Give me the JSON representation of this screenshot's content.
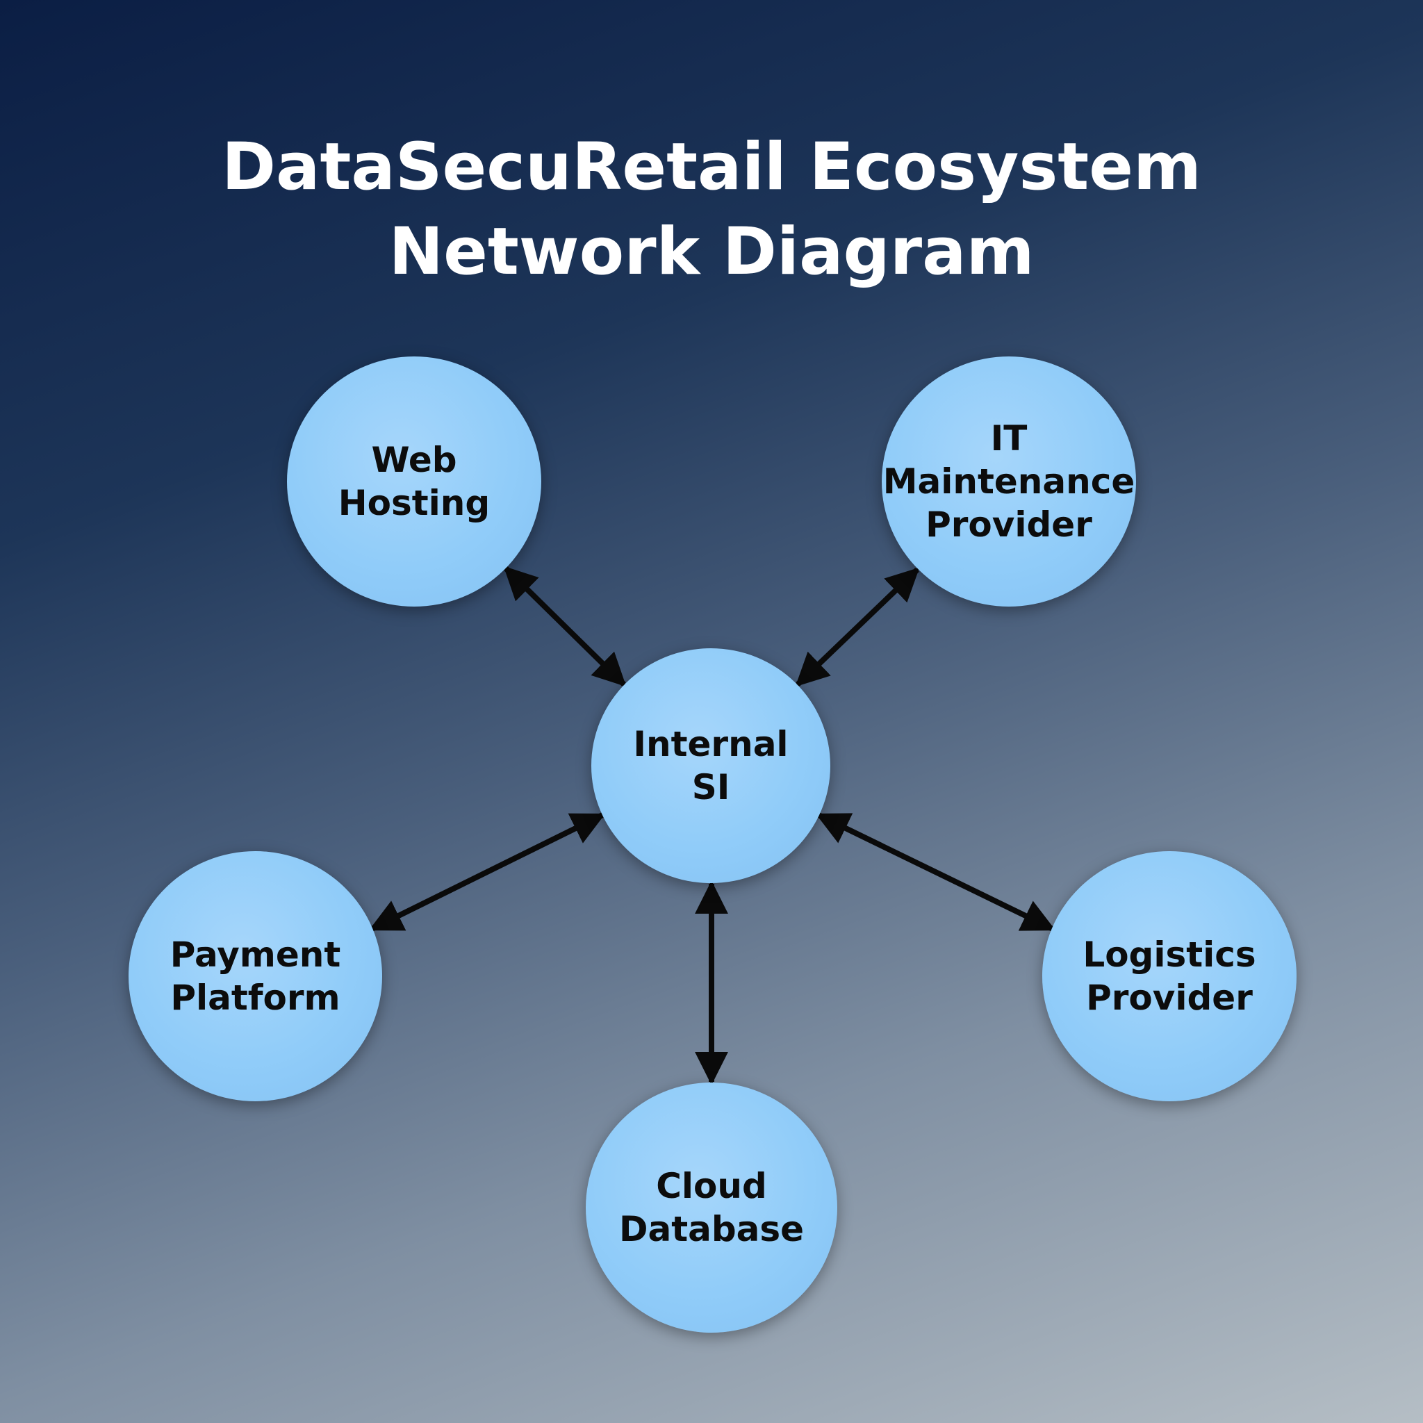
{
  "title": {
    "line1": "DataSecuRetail Ecosystem",
    "line2": "Network Diagram"
  },
  "nodes": {
    "web_hosting": [
      "Web",
      "Hosting"
    ],
    "it_maintenance": [
      "IT",
      "Maintenance",
      "Provider"
    ],
    "internal_si": [
      "Internal",
      "SI"
    ],
    "payment_platform": [
      "Payment",
      "Platform"
    ],
    "logistics_provider": [
      "Logistics",
      "Provider"
    ],
    "cloud_database": [
      "Cloud",
      "Database"
    ]
  },
  "links": [
    {
      "from": "internal_si",
      "to": "web_hosting",
      "direction": "bidirectional"
    },
    {
      "from": "internal_si",
      "to": "it_maintenance",
      "direction": "bidirectional"
    },
    {
      "from": "internal_si",
      "to": "payment_platform",
      "direction": "bidirectional"
    },
    {
      "from": "internal_si",
      "to": "logistics_provider",
      "direction": "bidirectional"
    },
    {
      "from": "internal_si",
      "to": "cloud_database",
      "direction": "bidirectional"
    }
  ],
  "colors": {
    "node_fill": "#90ccf9",
    "arrow": "#0a0a0a",
    "title_text": "#ffffff"
  }
}
